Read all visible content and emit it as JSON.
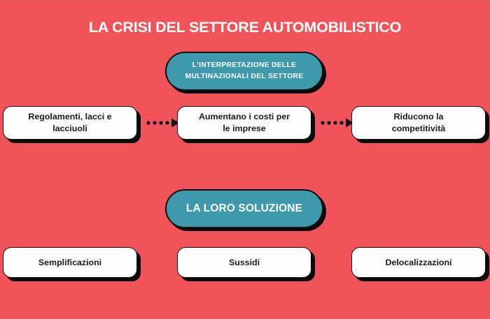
{
  "title": "LA CRISI DEL SETTORE AUTOMOBILISTICO",
  "colors": {
    "background": "#F0545A",
    "accent_teal": "#3E99AD",
    "box_fill": "#FDFDFD",
    "outline": "#141414",
    "title_text": "#FFFFFF"
  },
  "sections": {
    "interpretation": {
      "heading_line_1": "L'INTERPRETAZIONE DELLE",
      "heading_line_2": "MULTINAZIONALI DEL SETTORE",
      "flow": [
        {
          "line_1": "Regolamenti, lacci e",
          "line_2": "lacciuoli"
        },
        {
          "line_1": "Aumentano i costi per",
          "line_2": "le imprese"
        },
        {
          "line_1": "Riducono la",
          "line_2": "competitività"
        }
      ],
      "connectors": [
        {
          "name": "dotted-arrow-right"
        },
        {
          "name": "dotted-arrow-right"
        }
      ]
    },
    "solution": {
      "heading": "LA LORO SOLUZIONE",
      "items": [
        {
          "label": "Semplificazioni"
        },
        {
          "label": "Sussidi"
        },
        {
          "label": "Delocalizzazioni"
        }
      ]
    }
  }
}
